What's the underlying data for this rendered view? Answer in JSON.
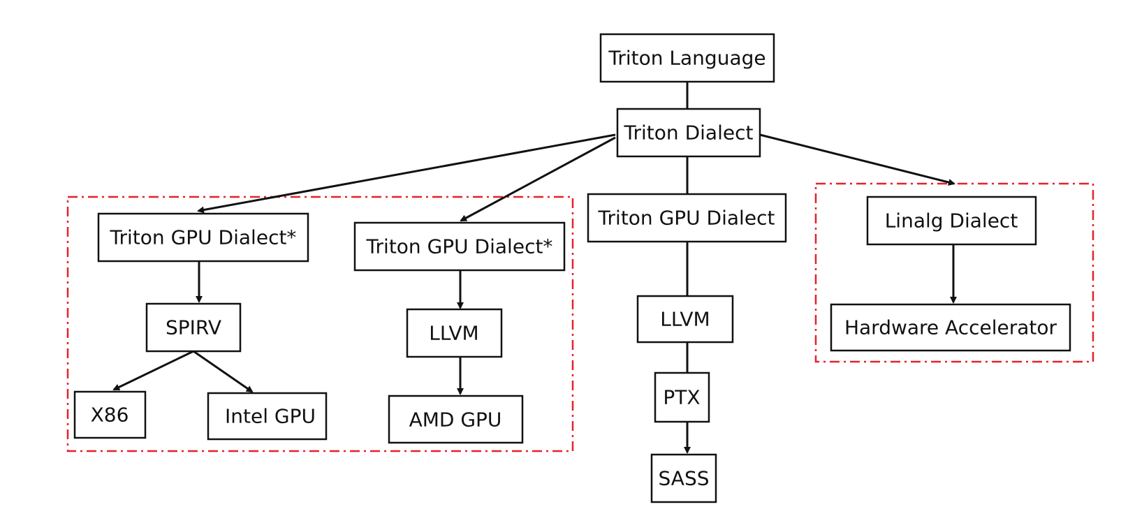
{
  "nodes": {
    "triton_language": "Triton Language",
    "triton_dialect": "Triton Dialect",
    "triton_gpu_dialect_intel": "Triton GPU Dialect*",
    "triton_gpu_dialect_amd": "Triton GPU Dialect*",
    "triton_gpu_dialect_nvidia": "Triton GPU Dialect",
    "linalg_dialect": "Linalg Dialect",
    "spirv": "SPIRV",
    "llvm_amd": "LLVM",
    "llvm_nvidia": "LLVM",
    "hardware_accelerator": "Hardware Accelerator",
    "x86": "X86",
    "intel_gpu": "Intel GPU",
    "amd_gpu": "AMD GPU",
    "ptx": "PTX",
    "sass": "SASS"
  },
  "colors": {
    "box_stroke": "#111111",
    "group_border": "#e8202a",
    "background": "#ffffff"
  }
}
